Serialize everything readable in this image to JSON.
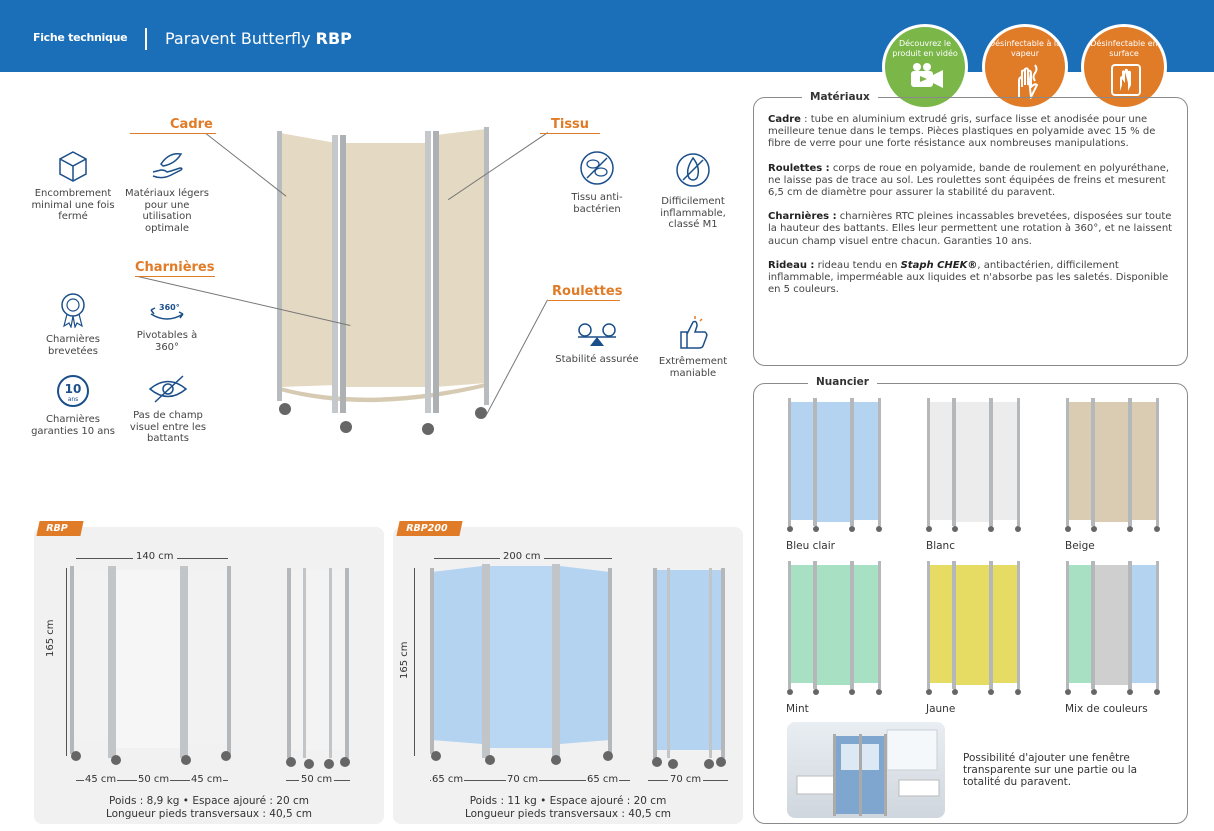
{
  "header": {
    "subtitle": "Fiche technique",
    "title_main": "Paravent Butterfly",
    "title_model": "RBP"
  },
  "badges": [
    {
      "text": "Découvrez le produit en vidéo",
      "icon": "video-camera-icon",
      "color": "#7ab648"
    },
    {
      "text": "Désinfectable à la vapeur",
      "icon": "steam-hand-icon",
      "color": "#e07b27"
    },
    {
      "text": "Désinfectable en surface",
      "icon": "wipe-hand-icon",
      "color": "#e07b27"
    }
  ],
  "labels": {
    "cadre": "Cadre",
    "charnieres": "Charnières",
    "tissu": "Tissu",
    "roulettes": "Roulettes"
  },
  "features": {
    "encombrement": "Encombrement minimal une fois fermé",
    "materiaux": "Matériaux légers pour une utilisation optimale",
    "charnieres": "Charnières brevetées",
    "pivotables": "Pivotables à 360°",
    "garanties": "Charnières garanties 10 ans",
    "garanties_badge_num": "10",
    "garanties_badge_unit": "ans",
    "champ_visuel": "Pas de champ visuel entre les battants",
    "tissu_anti": "Tissu anti-bactérien",
    "inflammable": "Difficilement inflammable, classé M1",
    "stabilite": "Stabilité assurée",
    "maniable": "Extrêmement maniable",
    "rotation_label": "360°"
  },
  "materiaux": {
    "title": "Matériaux",
    "cadre_label": "Cadre",
    "cadre_text": " : tube en aluminium extrudé gris, surface lisse et anodisée pour une meilleure tenue dans le temps. Pièces plastiques en polyamide avec 15 % de fibre de verre pour une forte résistance aux nombreuses manipulations.",
    "roulettes_label": "Roulettes :",
    "roulettes_text": " corps de roue en polyamide, bande de roulement en polyuréthane, ne laisse pas de trace au sol. Les roulettes sont équipées de freins et mesurent 6,5 cm de diamètre pour assurer la stabilité du paravent.",
    "charnieres_label": "Charnières :",
    "charnieres_text": " charnières RTC pleines incassables brevetées, disposées sur toute la hauteur des battants. Elles leur permettent une rotation à 360°, et ne laissent aucun champ visuel entre chacun. Garanties 10 ans.",
    "rideau_label": "Rideau :",
    "rideau_text_1": " rideau tendu en ",
    "rideau_brand": "Staph CHEK®",
    "rideau_text_2": ", antibactérien, difficilement inflammable, imperméable aux liquides et n'absorbe pas les saletés. Disponible en 5 couleurs."
  },
  "nuancier": {
    "title": "Nuancier",
    "colors": [
      {
        "name": "Bleu clair",
        "hex": "#b3d3f1"
      },
      {
        "name": "Blanc",
        "hex": "#ececec"
      },
      {
        "name": "Beige",
        "hex": "#d9ccb3"
      },
      {
        "name": "Mint",
        "hex": "#a8e0c4"
      },
      {
        "name": "Jaune",
        "hex": "#e6dc63"
      },
      {
        "name": "Mix de couleurs",
        "hex": "#c9c9c9"
      }
    ],
    "window_text": "Possibilité d'ajouter une fenêtre transparente sur une partie ou la totalité du paravent."
  },
  "rbp": {
    "tag": "RBP",
    "width": "140 cm",
    "height": "165 cm",
    "seg1": "45 cm",
    "seg2": "50 cm",
    "seg3": "45 cm",
    "folded": "50 cm",
    "spec1": "Poids : 8,9 kg  •  Espace ajouré : 20 cm",
    "spec2": "Longueur pieds transversaux : 40,5 cm"
  },
  "rbp200": {
    "tag": "RBP200",
    "width": "200 cm",
    "height": "165 cm",
    "seg1": "65 cm",
    "seg2": "70 cm",
    "seg3": "65 cm",
    "folded": "70 cm",
    "spec1": "Poids : 11 kg  •  Espace ajouré : 20 cm",
    "spec2": "Longueur pieds transversaux : 40,5 cm"
  },
  "colors": {
    "blue": "#1b6fb8",
    "orange": "#e07b27",
    "green": "#7ab648",
    "beige_fabric": "#e4d9c3",
    "blue_fabric": "#b3d3f1",
    "white_fabric": "#f2f2f2"
  }
}
